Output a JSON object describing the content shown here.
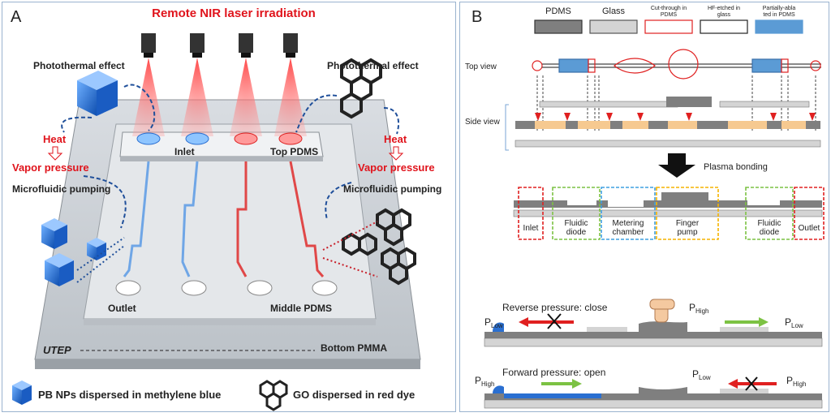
{
  "panel_a": {
    "letter": "A",
    "title": "Remote NIR laser irradiation",
    "photothermal_left": "Photothermal effect",
    "photothermal_right": "Photothermal effect",
    "heat": "Heat",
    "vapor_pressure": "Vapor pressure",
    "microfluidic_pumping": "Microfluidic pumping",
    "inlet": "Inlet",
    "top_pdms": "Top PDMS",
    "outlet": "Outlet",
    "middle_pdms": "Middle PDMS",
    "bottom_pmma": "Bottom PMMA",
    "utep": "UTEP",
    "legend_pb": "PB NPs dispersed in methylene blue",
    "legend_go": "GO dispersed in red dye",
    "colors": {
      "title_red": "#e0141c",
      "blue_cube": "#2a6fd1",
      "red_hex": "#e4323a",
      "arrow_blue": "#1f4f9a"
    }
  },
  "panel_b": {
    "letter": "B",
    "legend": [
      {
        "label": "PDMS",
        "fill": "#7f7f7f",
        "stroke": "#333333"
      },
      {
        "label": "Glass",
        "fill": "#d4d4d4",
        "stroke": "#555555"
      },
      {
        "label": "Cut-through in PDMS",
        "fill": "#ffffff",
        "stroke": "#e02020"
      },
      {
        "label": "HF-etched in glass",
        "fill": "#ffffff",
        "stroke": "#222222"
      },
      {
        "label": "Partially-ablated in PDMS",
        "fill": "#5b9bd5",
        "stroke": "#5b9bd5"
      }
    ],
    "top_view": "Top view",
    "side_view": "Side view",
    "plasma_bonding": "Plasma bonding",
    "segments": [
      "Inlet",
      "Fluidic diode",
      "Metering chamber",
      "Finger pump",
      "Fluidic diode",
      "Outlet"
    ],
    "segment_colors": [
      "#e02020",
      "#7cc243",
      "#3fa0e0",
      "#f5b400",
      "#7cc243",
      "#e02020"
    ],
    "reverse_label": "Reverse pressure: close",
    "forward_label": "Forward pressure: open",
    "p": "P",
    "sub_low": "Low",
    "sub_high": "High"
  }
}
